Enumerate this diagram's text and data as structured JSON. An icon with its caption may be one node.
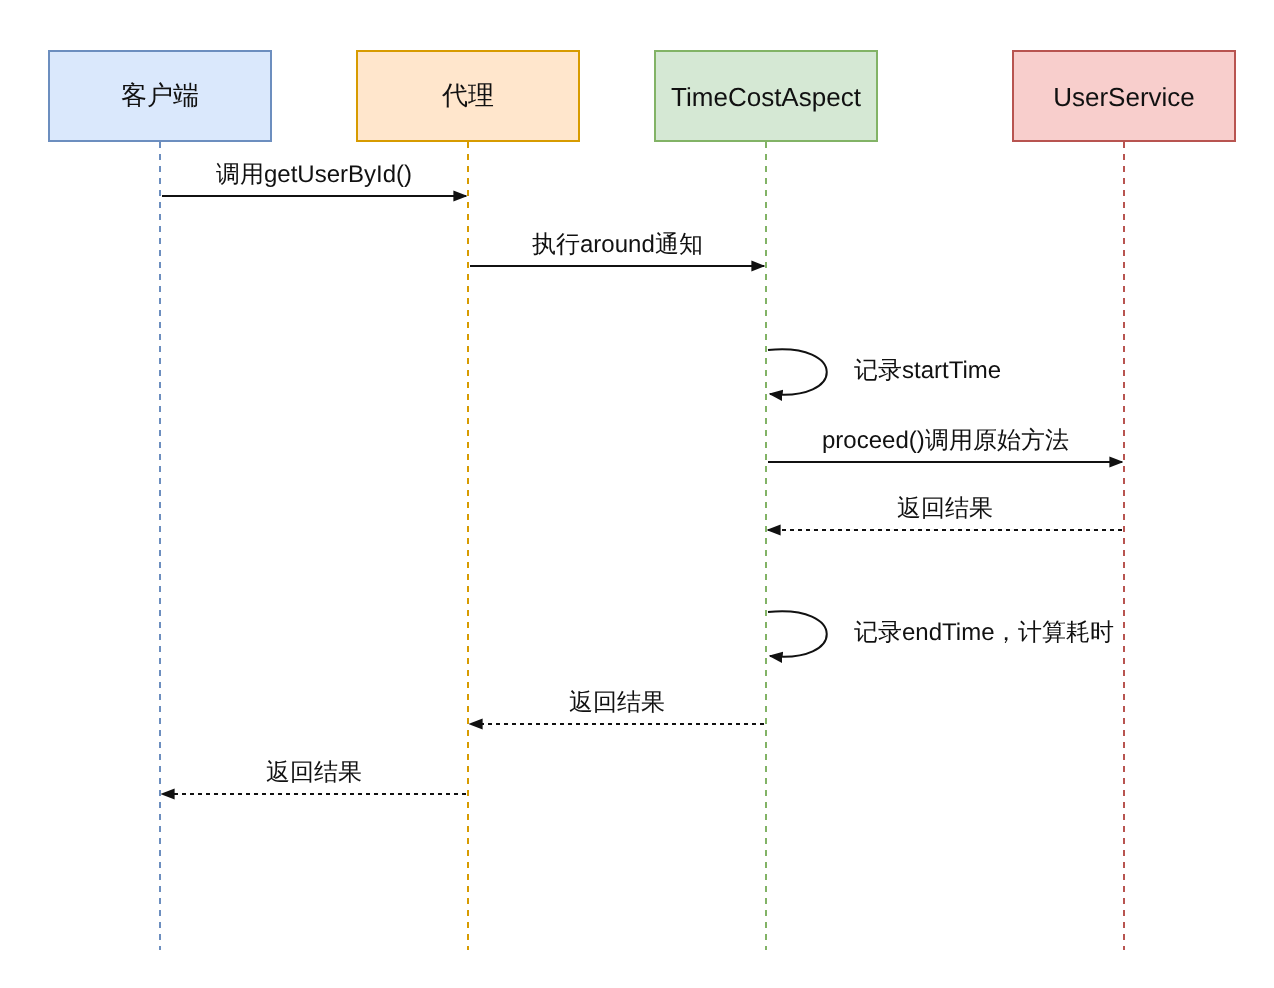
{
  "diagram": {
    "nodes": [
      {
        "text": [
          "客户端"
        ]
      },
      {
        "text": [
          "代理"
        ]
      },
      {
        "text": [
          "TimeCostAspect"
        ]
      },
      {
        "text": [
          "UserService"
        ]
      }
    ],
    "edges": [
      {
        "from": 0,
        "to": 1,
        "arrow": "to",
        "label": "调用getUserById()"
      },
      {
        "from": 1,
        "to": 2,
        "arrow": "to",
        "label": "执行around通知"
      },
      {
        "from": 2,
        "to": 2,
        "arrow": "to",
        "label": "记录startTime"
      },
      {
        "from": 2,
        "to": 3,
        "arrow": "to",
        "label": "proceed()调用原始方法"
      },
      {
        "from": 3,
        "to": 2,
        "arrow": "to",
        "label": "返回结果",
        "style": "dashed"
      },
      {
        "from": 2,
        "to": 2,
        "arrow": "to",
        "label": "记录endTime，计算耗时"
      },
      {
        "from": 2,
        "to": 1,
        "arrow": "to",
        "label": "返回结果",
        "style": "dashed"
      },
      {
        "from": 1,
        "to": 0,
        "arrow": "to",
        "label": "返回结果",
        "style": "dashed"
      }
    ]
  }
}
